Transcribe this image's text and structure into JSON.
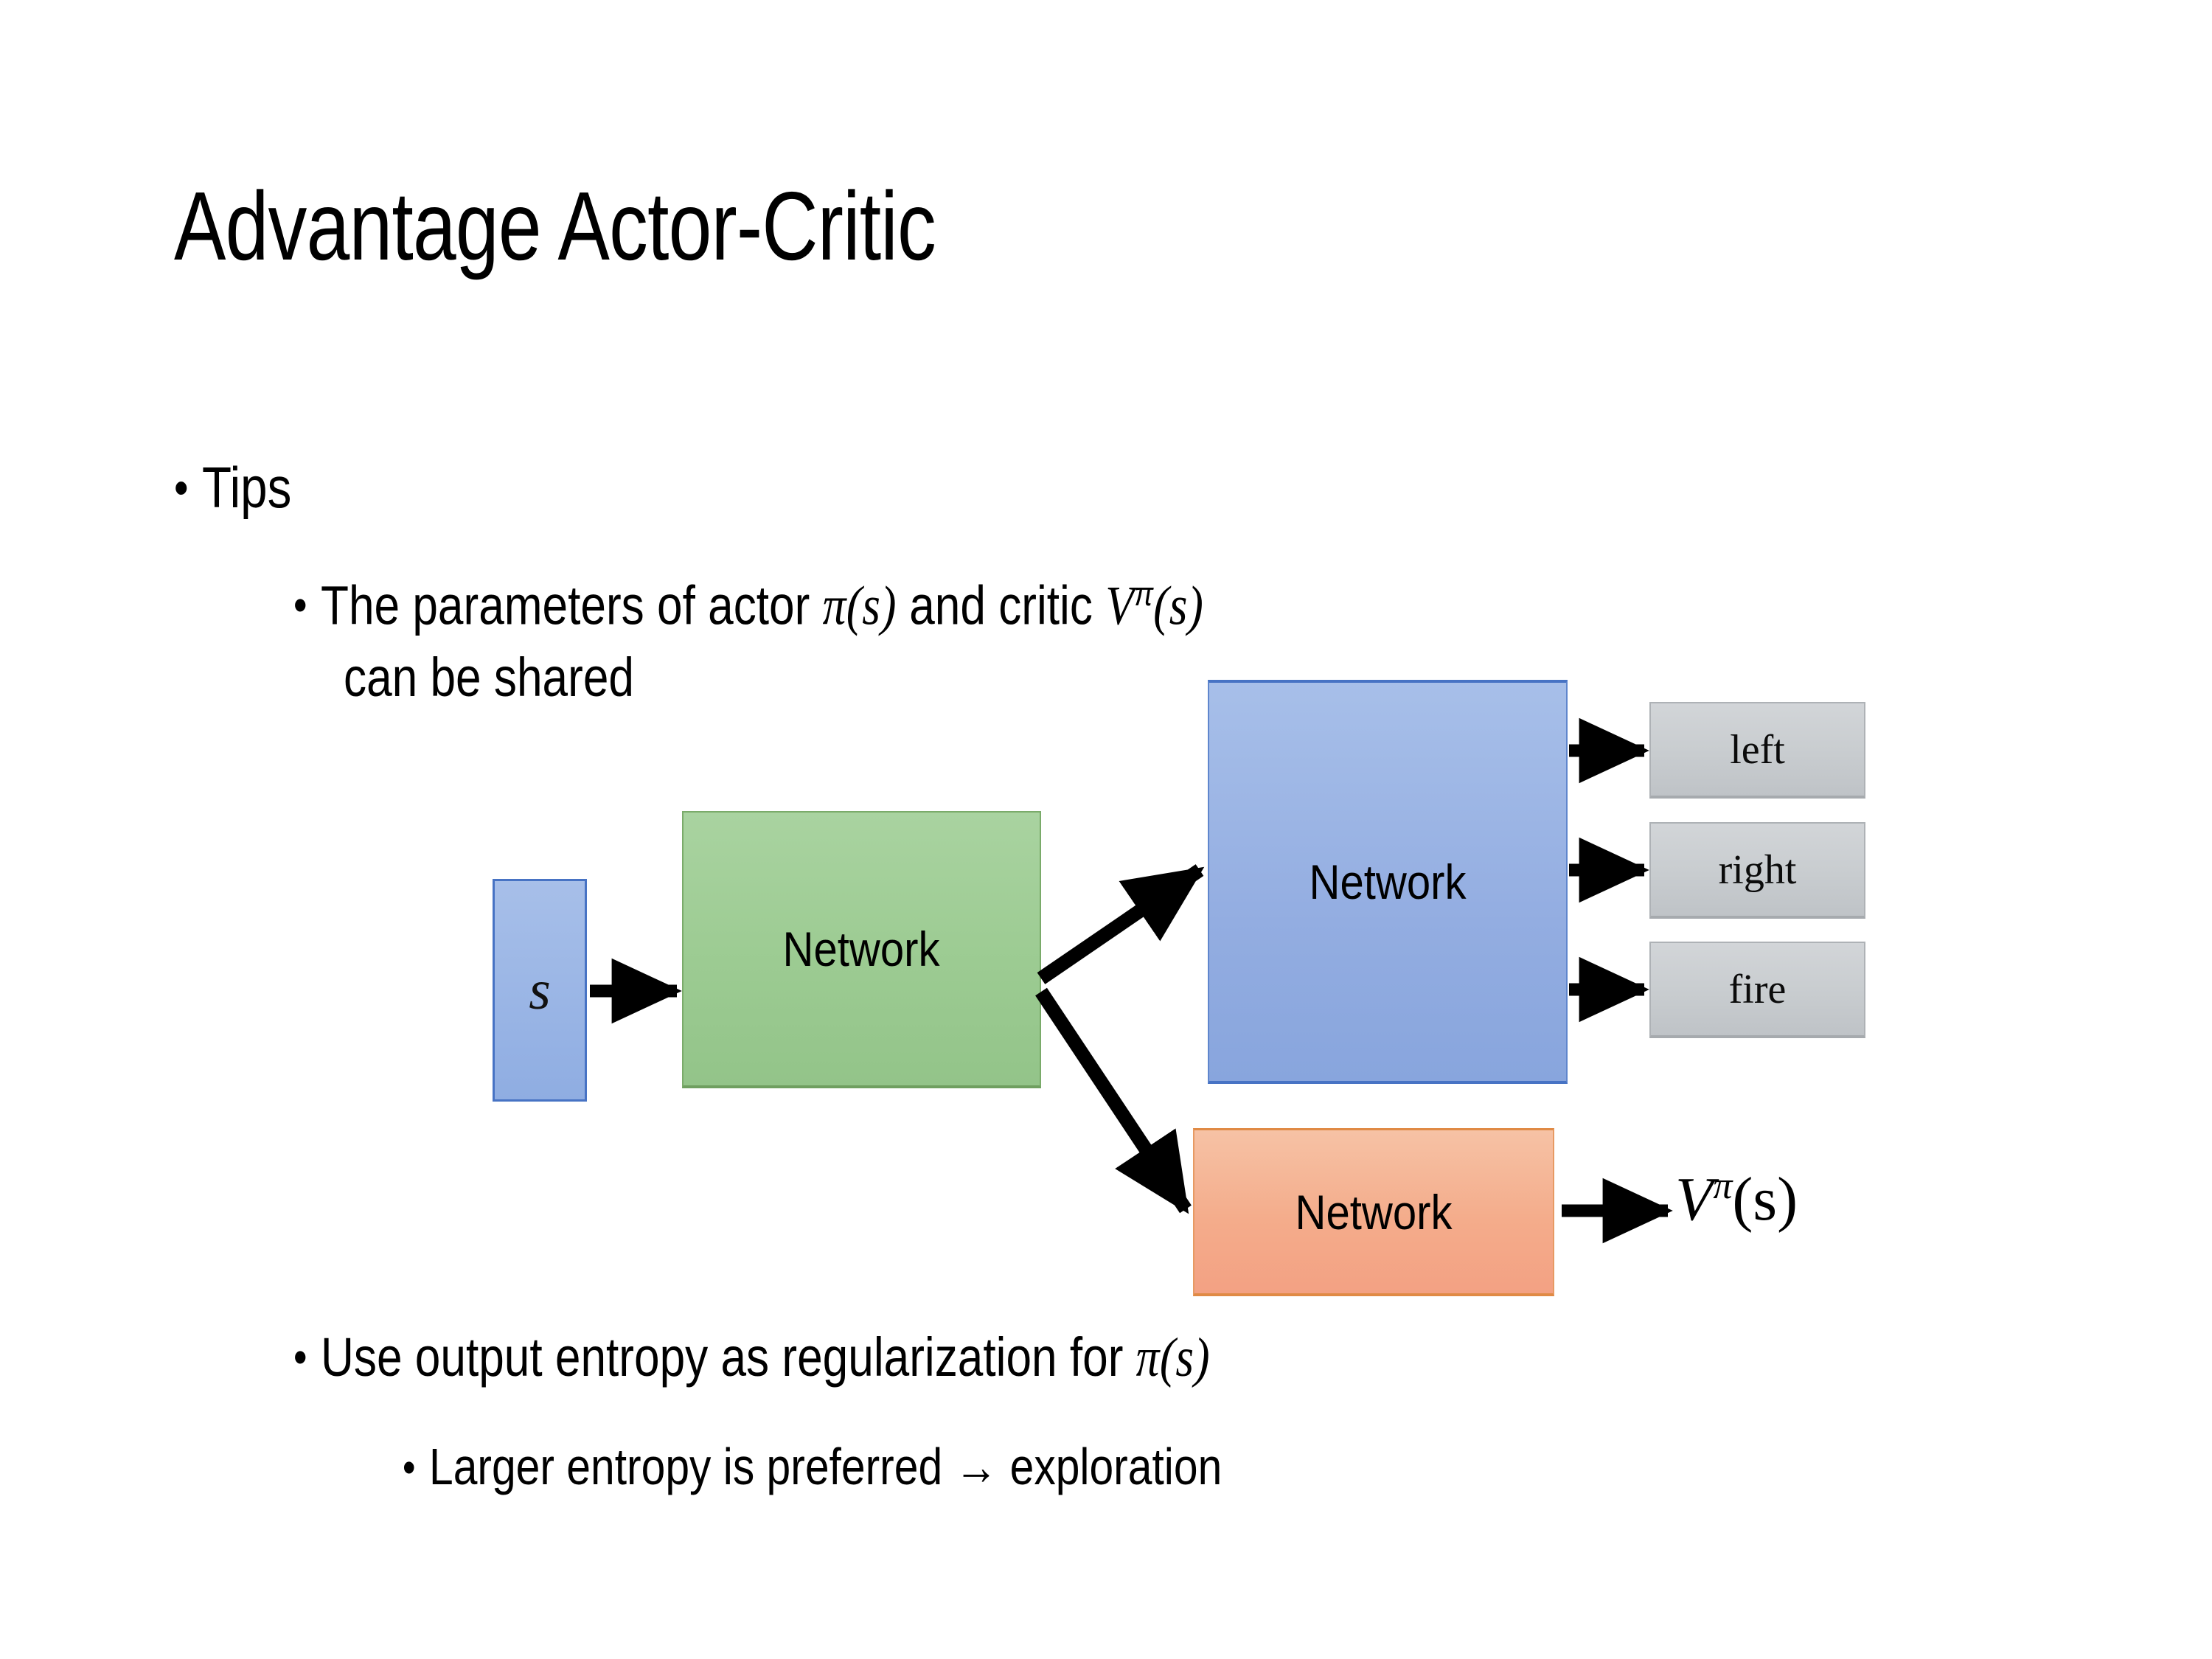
{
  "slide": {
    "title": "Advantage Actor-Critic",
    "background_color": "#ffffff",
    "text_color": "#000000"
  },
  "bullets": {
    "level1": {
      "marker": "•",
      "text": "Tips"
    },
    "level2_a": {
      "marker": "•",
      "line1_prefix": "The parameters of actor ",
      "actor_symbol": "π",
      "actor_arg": "(s)",
      "line1_middle": "  and critic ",
      "critic_symbol": "V",
      "critic_sup": "π",
      "critic_arg": "(s)",
      "line2": "can be shared"
    },
    "level2_b": {
      "marker": "•",
      "prefix": "Use output entropy as regularization for ",
      "symbol": "π",
      "arg": "(s)"
    },
    "level3": {
      "marker": "•",
      "text": "Larger entropy is preferred → exploration"
    }
  },
  "diagram": {
    "state_box": {
      "label": "s",
      "fill_color": "#93ade1",
      "border_color": "#4773c4"
    },
    "shared_network": {
      "label": "Network",
      "fill_color": "#9ccb92",
      "border_color": "#7aab6a"
    },
    "actor_network": {
      "label": "Network",
      "fill_color": "#93ade1",
      "border_color": "#4773c4"
    },
    "critic_network": {
      "label": "Network",
      "fill_color": "#f4ac8b",
      "border_color": "#e08a45"
    },
    "actions": [
      {
        "label": "left",
        "fill_color": "#c9cdd0",
        "border_color": "#aeb2b6"
      },
      {
        "label": "right",
        "fill_color": "#c9cdd0",
        "border_color": "#aeb2b6"
      },
      {
        "label": "fire",
        "fill_color": "#c9cdd0",
        "border_color": "#aeb2b6"
      }
    ],
    "critic_output": {
      "symbol": "V",
      "superscript": "π",
      "argument": "(s)"
    },
    "arrow_color": "#000000"
  }
}
